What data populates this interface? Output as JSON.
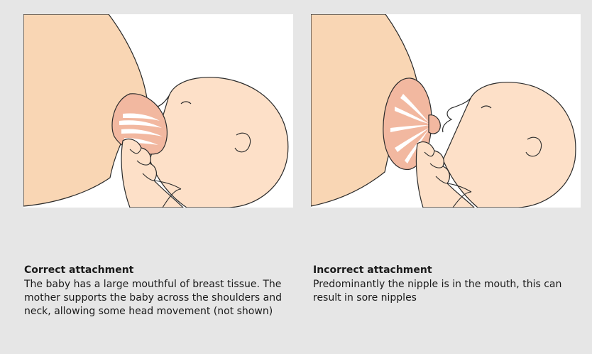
{
  "colors": {
    "background": "#e6e6e6",
    "skin": "#fde0c8",
    "breast": "#f9d6b4",
    "areola": "#f2b8a0",
    "outline": "#2a2a2a",
    "text": "#1a1a1a"
  },
  "panels": [
    {
      "title": "Correct attachment",
      "description": "The baby has a large mouthful of breast tissue. The mother supports the baby across the shoulders and neck, allowing some head movement (not shown)"
    },
    {
      "title": "Incorrect attachment",
      "description": "Predominantly the nipple is in the mouth, this can result in sore nipples"
    }
  ]
}
